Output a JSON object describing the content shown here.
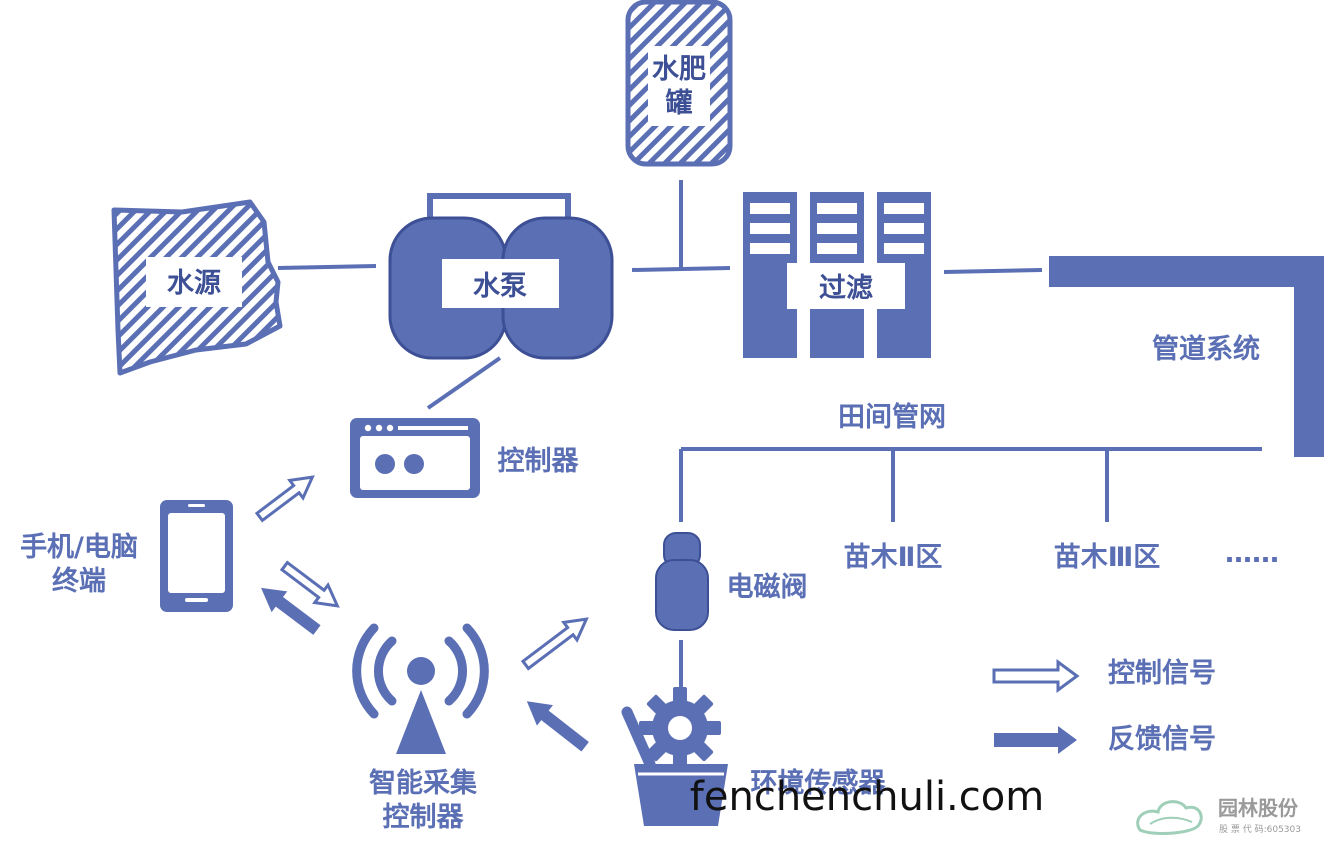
{
  "colors": {
    "accent": "#5b6fb5",
    "accent_dark": "#3d4f95",
    "background": "#ffffff"
  },
  "nodes": {
    "water_source": "水源",
    "water_pump": "水泵",
    "fertilizer_tank_line1": "水肥",
    "fertilizer_tank_line2": "罐",
    "filter": "过滤",
    "pipe_system": "管道系统",
    "field_network": "田间管网",
    "controller": "控制器",
    "terminal_line1": "手机/电脑",
    "terminal_line2": "终端",
    "collector_line1": "智能采集",
    "collector_line2": "控制器",
    "solenoid_valve": "电磁阀",
    "zone_2": "苗木Ⅱ区",
    "zone_3": "苗木Ⅲ区",
    "ellipsis": "……",
    "env_sensor": "环境传感器"
  },
  "legend": {
    "control_signal": "控制信号",
    "feedback_signal": "反馈信号"
  },
  "watermark": "fenchenchuli.com",
  "logo": {
    "name": "园林股份",
    "stock": "股 票 代 码:605303"
  }
}
